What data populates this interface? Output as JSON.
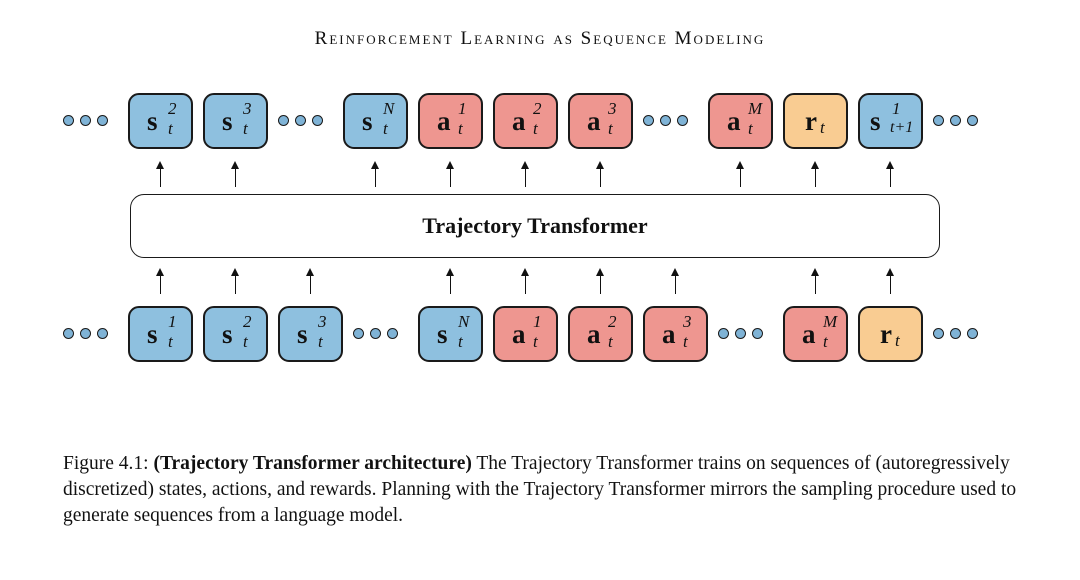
{
  "header": {
    "title": "Reinforcement Learning as Sequence Modeling"
  },
  "transformer": {
    "label": "Trajectory Transformer"
  },
  "colors": {
    "state": "#8ec0df",
    "action": "#ee9690",
    "reward": "#f9cc92"
  },
  "top_row": [
    {
      "kind": "dots"
    },
    {
      "kind": "s",
      "sym": "s",
      "sup": "2",
      "sub": "t"
    },
    {
      "kind": "s",
      "sym": "s",
      "sup": "3",
      "sub": "t"
    },
    {
      "kind": "dots"
    },
    {
      "kind": "s",
      "sym": "s",
      "sup": "N",
      "sub": "t"
    },
    {
      "kind": "a",
      "sym": "a",
      "sup": "1",
      "sub": "t"
    },
    {
      "kind": "a",
      "sym": "a",
      "sup": "2",
      "sub": "t"
    },
    {
      "kind": "a",
      "sym": "a",
      "sup": "3",
      "sub": "t"
    },
    {
      "kind": "dots"
    },
    {
      "kind": "a",
      "sym": "a",
      "sup": "M",
      "sub": "t"
    },
    {
      "kind": "r",
      "sym": "r",
      "sup": "",
      "sub": "t"
    },
    {
      "kind": "s",
      "sym": "s",
      "sup": "1",
      "sub": "t+1"
    },
    {
      "kind": "dots"
    }
  ],
  "bottom_row": [
    {
      "kind": "dots"
    },
    {
      "kind": "s",
      "sym": "s",
      "sup": "1",
      "sub": "t"
    },
    {
      "kind": "s",
      "sym": "s",
      "sup": "2",
      "sub": "t"
    },
    {
      "kind": "s",
      "sym": "s",
      "sup": "3",
      "sub": "t"
    },
    {
      "kind": "dots"
    },
    {
      "kind": "s",
      "sym": "s",
      "sup": "N",
      "sub": "t"
    },
    {
      "kind": "a",
      "sym": "a",
      "sup": "1",
      "sub": "t"
    },
    {
      "kind": "a",
      "sym": "a",
      "sup": "2",
      "sub": "t"
    },
    {
      "kind": "a",
      "sym": "a",
      "sup": "3",
      "sub": "t"
    },
    {
      "kind": "dots"
    },
    {
      "kind": "a",
      "sym": "a",
      "sup": "M",
      "sub": "t"
    },
    {
      "kind": "r",
      "sym": "r",
      "sup": "",
      "sub": "t"
    },
    {
      "kind": "dots"
    }
  ],
  "caption": {
    "prefix": "Figure 4.1: ",
    "bold": "(Trajectory Transformer architecture)",
    "text": " The Trajectory Transformer trains on sequences of (autoregressively discretized) states, actions, and rewards. Planning with the Trajectory Transformer mirrors the sampling procedure used to generate sequences from a language model."
  }
}
